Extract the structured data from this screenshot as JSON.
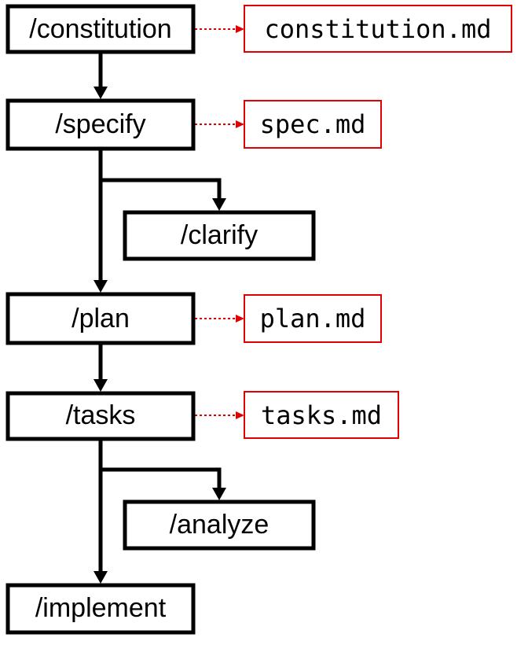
{
  "colors": {
    "command_border": "#000000",
    "artifact_border": "#e00000",
    "connector": "#000000",
    "output_arrow": "#e00000"
  },
  "commands": {
    "constitution": "/constitution",
    "specify": "/specify",
    "clarify": "/clarify",
    "plan": "/plan",
    "tasks": "/tasks",
    "analyze": "/analyze",
    "implement": "/implement"
  },
  "artifacts": {
    "constitution": "constitution.md",
    "spec": "spec.md",
    "plan": "plan.md",
    "tasks": "tasks.md"
  }
}
